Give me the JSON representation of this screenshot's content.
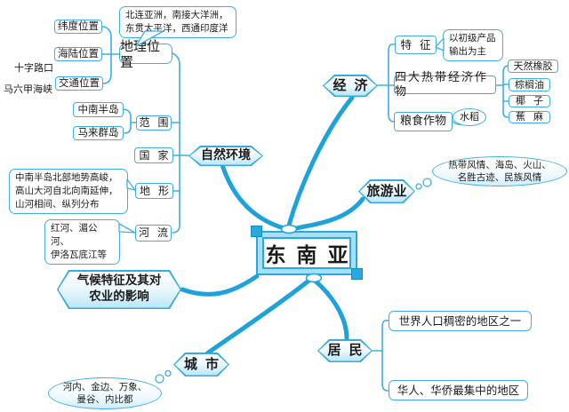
{
  "colors": {
    "branch": "#1EA2DC",
    "line": "#3FAFE0",
    "hex_fill": "#B9E6F7"
  },
  "center": {
    "title": "东南亚"
  },
  "natural": {
    "label": "自然环境",
    "geo": {
      "label": "地理位置",
      "note": "北连亚洲，南接大洋洲，\n东贯太平洋，西通印度洋",
      "children": [
        "纬度位置",
        "海陆位置",
        "交通位置"
      ],
      "annotations": [
        "十字路口",
        "马六甲海峡"
      ]
    },
    "scope": {
      "label": "范围",
      "children": [
        "中南半岛",
        "马来群岛"
      ]
    },
    "country": {
      "label": "国家"
    },
    "terrain": {
      "label": "地形",
      "note": "中南半岛北部地势高峻，\n高山大河自北向南延伸，\n山河相间、纵列分布"
    },
    "rivers": {
      "label": "河流",
      "note": "红河、湄公河、\n伊洛瓦底江等"
    }
  },
  "economy": {
    "label": "经济",
    "feature": {
      "label": "特征",
      "note": "以初级产品\n输出为主"
    },
    "cash_crops": {
      "label": "四大热带经济作物",
      "children": [
        "天然橡胶",
        "棕榈油",
        "椰子",
        "蕉麻"
      ]
    },
    "food_crop": {
      "label": "粮食作物",
      "child": "水稻"
    }
  },
  "tourism": {
    "label": "旅游业",
    "cloud": "热带风情、海岛、火山、\n名胜古迹、民族风情"
  },
  "climate": {
    "label": "气候特征及其对\n农业的影响"
  },
  "city": {
    "label": "城市",
    "cloud": "河内、金边、万象、\n曼谷、内比都"
  },
  "residents": {
    "label": "居民",
    "children": [
      "世界人口稠密的地区之一",
      "华人、华侨最集中的地区"
    ]
  }
}
